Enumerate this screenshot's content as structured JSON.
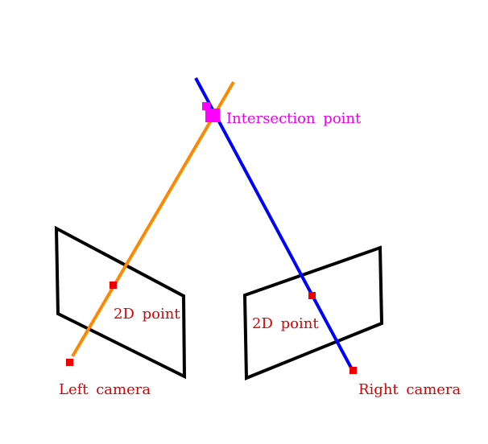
{
  "labels": {
    "intersection": "Intersection point",
    "left_2d": "2D point",
    "right_2d": "2D point",
    "left_camera": "Left camera",
    "right_camera": "Right camera"
  },
  "colors": {
    "frame": "#000000",
    "left_ray": "#ff8800",
    "right_ray": "#0000ff",
    "point": "#ee0000",
    "intersection": "#ff00ff",
    "label_red": "#dd0000",
    "label_magenta": "#ee00ee",
    "background": "#ffffff"
  }
}
